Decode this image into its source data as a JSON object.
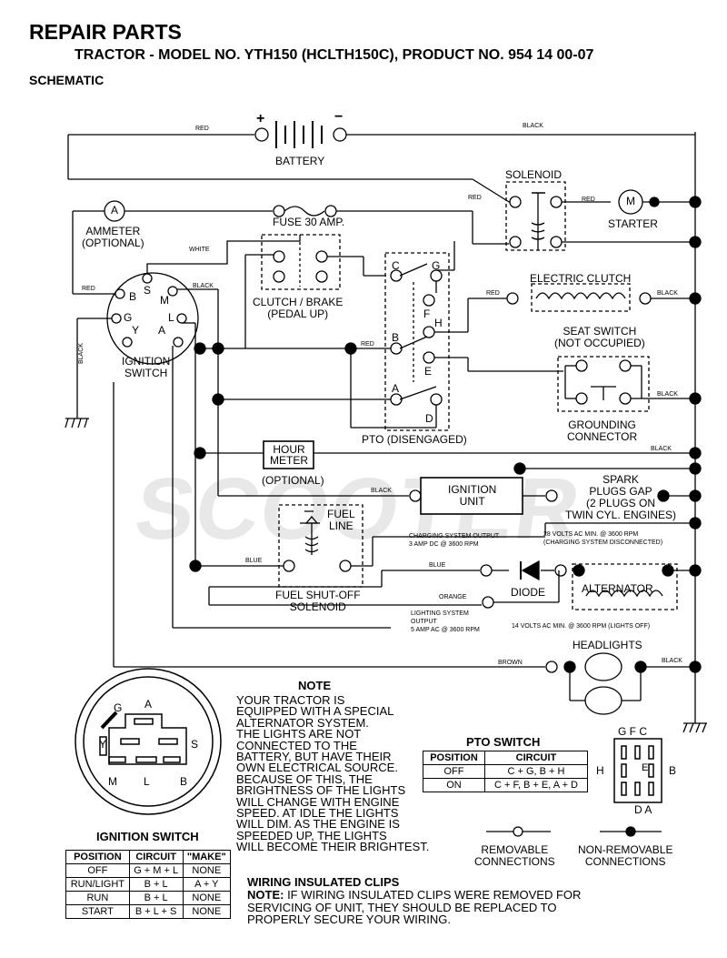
{
  "header": {
    "title": "REPAIR PARTS",
    "subtitle": "TRACTOR - MODEL NO. YTH150 (HCLTH150C), PRODUCT NO. 954 14 00-07",
    "section": "SCHEMATIC"
  },
  "watermark": {
    "text": "SCOOTER",
    "color": "#e6e6e6"
  },
  "wires": {
    "red1": "RED",
    "black1": "BLACK",
    "red2": "RED",
    "red3": "RED",
    "white": "WHITE",
    "red4": "RED",
    "black2": "BLACK",
    "red5": "RED",
    "black3": "BLACK",
    "black4": "BLACK",
    "black5": "BLACK",
    "black6": "BLACK",
    "black7": "BLACK",
    "blue1": "BLUE",
    "blue2": "BLUE",
    "orange": "ORANGE",
    "brown": "BROWN",
    "black8": "BLACK"
  },
  "components": {
    "battery": "BATTERY",
    "battery_plus": "+",
    "battery_minus": "−",
    "solenoid": "SOLENOID",
    "starter": "STARTER",
    "starter_symbol": "M",
    "ammeter_symbol": "A",
    "ammeter": "AMMETER\n(OPTIONAL)",
    "fuse": "FUSE 30 AMP.",
    "clutch_brake": "CLUTCH / BRAKE\n(PEDAL UP)",
    "electric_clutch": "ELECTRIC CLUTCH",
    "seat_switch": "SEAT SWITCH\n(NOT OCCUPIED)",
    "grounding": "GROUNDING\nCONNECTOR",
    "pto": "PTO (DISENGAGED)",
    "ignition_switch": "IGNITION\nSWITCH",
    "hour_meter": "HOUR\nMETER",
    "hour_optional": "(OPTIONAL)",
    "ignition_unit": "IGNITION\nUNIT",
    "spark_plugs": "SPARK\nPLUGS GAP\n(2 PLUGS ON\nTWIN CYL. ENGINES)",
    "fuel_line": "FUEL\nLINE",
    "fuel_solenoid": "FUEL SHUT-OFF\nSOLENOID",
    "diode": "DIODE",
    "alternator": "ALTERNATOR",
    "headlights": "HEADLIGHTS"
  },
  "pins": {
    "ign": [
      "B",
      "S",
      "M",
      "G",
      "Y",
      "A",
      "L"
    ],
    "pto": [
      "C",
      "G",
      "F",
      "H",
      "B",
      "E",
      "A",
      "D"
    ]
  },
  "annotations": {
    "charging_output": "CHARGING SYSTEM OUTPUT\n3 AMP DC @ 3600 RPM",
    "volts28": "28 VOLTS AC MIN. @ 3600 RPM\n(CHARGING SYSTEM DISCONNECTED)",
    "lighting_output": "LIGHTING SYSTEM\nOUTPUT\n5 AMP AC @ 3600 RPM",
    "volts14": "14 VOLTS AC MIN. @ 3600 RPM (LIGHTS OFF)"
  },
  "ignition_diagram": {
    "letters": [
      "G",
      "A",
      "Y",
      "S",
      "M",
      "L",
      "B"
    ]
  },
  "note": {
    "title": "NOTE",
    "lines": [
      "YOUR TRACTOR IS",
      "EQUIPPED WITH A SPECIAL",
      "ALTERNATOR SYSTEM.",
      "THE LIGHTS ARE NOT",
      "CONNECTED TO THE",
      "BATTERY, BUT HAVE THEIR",
      "OWN ELECTRICAL SOURCE.",
      "BECAUSE OF THIS, THE",
      "BRIGHTNESS OF THE LIGHTS",
      "WILL CHANGE WITH ENGINE",
      "SPEED.  AT IDLE THE LIGHTS",
      "WILL DIM.  AS THE ENGINE IS",
      "SPEEDED UP, THE LIGHTS",
      "WILL BECOME THEIR BRIGHTEST."
    ]
  },
  "pto_table": {
    "title": "PTO SWITCH",
    "headers": [
      "POSITION",
      "CIRCUIT"
    ],
    "rows": [
      [
        "OFF",
        "C + G, B + H"
      ],
      [
        "ON",
        "C + F, B + E, A + D"
      ]
    ]
  },
  "pto_diagram": {
    "top": "G F C",
    "left": "H",
    "right": "B",
    "center": "E",
    "bottom": "D A"
  },
  "legend": {
    "removable": "REMOVABLE\nCONNECTIONS",
    "nonremovable": "NON-REMOVABLE\nCONNECTIONS"
  },
  "ignition_table": {
    "title": "IGNITION SWITCH",
    "headers": [
      "POSITION",
      "CIRCUIT",
      "\"MAKE\""
    ],
    "rows": [
      [
        "OFF",
        "G + M + L",
        "NONE"
      ],
      [
        "RUN/LIGHT",
        "B + L",
        "A + Y"
      ],
      [
        "RUN",
        "B + L",
        "NONE"
      ],
      [
        "START",
        "B + L + S",
        "NONE"
      ]
    ]
  },
  "clips": {
    "title": "WIRING INSULATED CLIPS",
    "note_label": "NOTE:",
    "note": " IF WIRING INSULATED CLIPS WERE REMOVED FOR\nSERVICING OF UNIT, THEY SHOULD BE REPLACED TO\nPROPERLY SECURE YOUR WIRING."
  }
}
